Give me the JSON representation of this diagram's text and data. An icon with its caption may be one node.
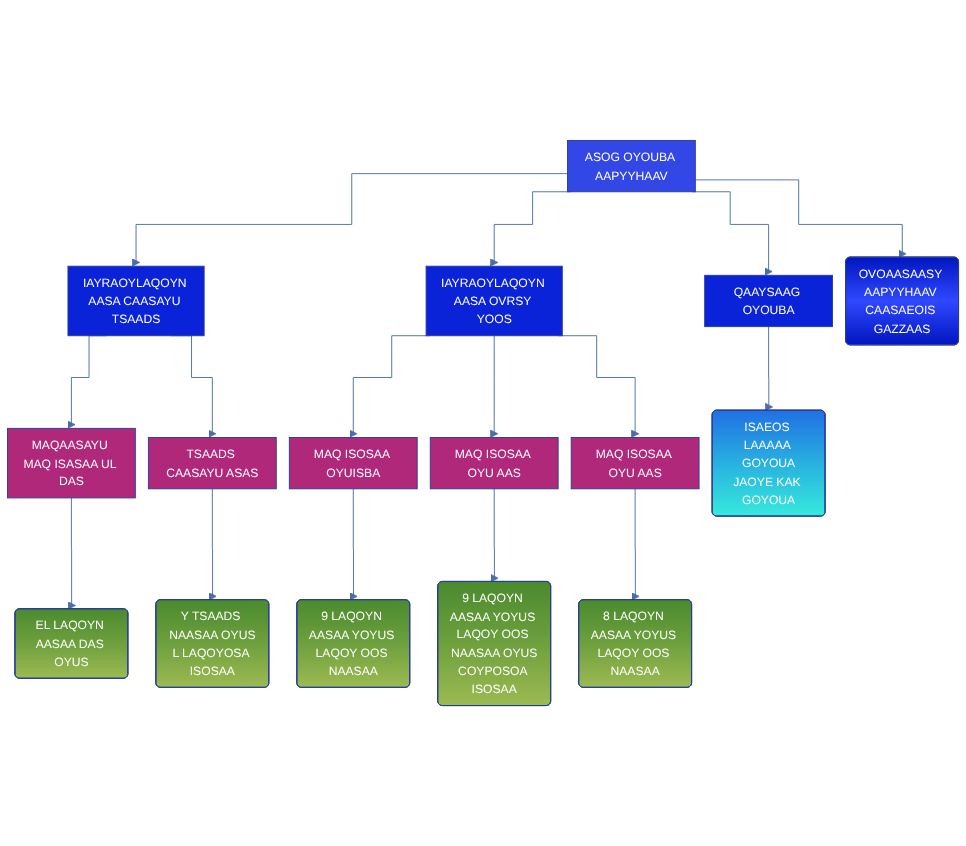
{
  "diagram": {
    "nodes": [
      {
        "text": [
          "ASOG OYOUBA AAPYYHAAV"
        ]
      },
      {
        "text": [
          "IAYRAOYLAQOYN AASA CAASAYU TSAADS"
        ]
      },
      {
        "text": [
          "IAYRAOYLAQOYN AASA OVRSY YOOS"
        ]
      },
      {
        "text": [
          "QAAYSAAG OYOUBA"
        ]
      },
      {
        "text": [
          "OVOAASAASY AAPYYHAAV CAASAEOIS GAZZAAS"
        ]
      },
      {
        "text": [
          "MAQAASAYU MAQ ISASAA UL DAS"
        ]
      },
      {
        "text": [
          "TSAADS CAASAYU ASAS"
        ]
      },
      {
        "text": [
          "MAQ ISOSAA OYUISBA"
        ]
      },
      {
        "text": [
          "MAQ ISOSAA OYU AAS"
        ]
      },
      {
        "text": [
          "MAQ ISOSAA OYU AAS"
        ]
      },
      {
        "text": [
          "ISAEOS LAAAAA GOYOUA",
          "JAOYE KAK GOYOUA"
        ]
      },
      {
        "text": [
          "EL LAQOYN AASAA DAS OYUS"
        ]
      },
      {
        "text": [
          "Y TSAADS NAASAA OYUS",
          "L LAQOYOSA ISOSAA"
        ]
      },
      {
        "text": [
          "9 LAQOYN AASAA YOYUS LAQOY OOS NAASAA"
        ]
      },
      {
        "text": [
          "9 LAQOYN AASAA YOYUS LAQOY OOS NAASAA OYUS",
          "COYPOSOA ISOSAA"
        ]
      },
      {
        "text": [
          "8 LAQOYN AASAA YOYUS LAQOY OOS NAASAA"
        ]
      }
    ],
    "edges": [
      {
        "from": 0,
        "to": 1,
        "arrow": "to"
      },
      {
        "from": 0,
        "to": 2,
        "arrow": "to"
      },
      {
        "from": 0,
        "to": 3,
        "arrow": "to"
      },
      {
        "from": 0,
        "to": 4,
        "arrow": "to"
      },
      {
        "from": 1,
        "to": 5,
        "arrow": "to"
      },
      {
        "from": 1,
        "to": 6,
        "arrow": "to"
      },
      {
        "from": 2,
        "to": 7,
        "arrow": "to"
      },
      {
        "from": 2,
        "to": 8,
        "arrow": "to"
      },
      {
        "from": 2,
        "to": 9,
        "arrow": "to"
      },
      {
        "from": 3,
        "to": 10,
        "arrow": "to"
      },
      {
        "from": 5,
        "to": 11,
        "arrow": "to"
      },
      {
        "from": 6,
        "to": 12,
        "arrow": "to"
      },
      {
        "from": 7,
        "to": 13,
        "arrow": "to"
      },
      {
        "from": 8,
        "to": 14,
        "arrow": "to"
      },
      {
        "from": 9,
        "to": 15,
        "arrow": "to"
      }
    ]
  }
}
